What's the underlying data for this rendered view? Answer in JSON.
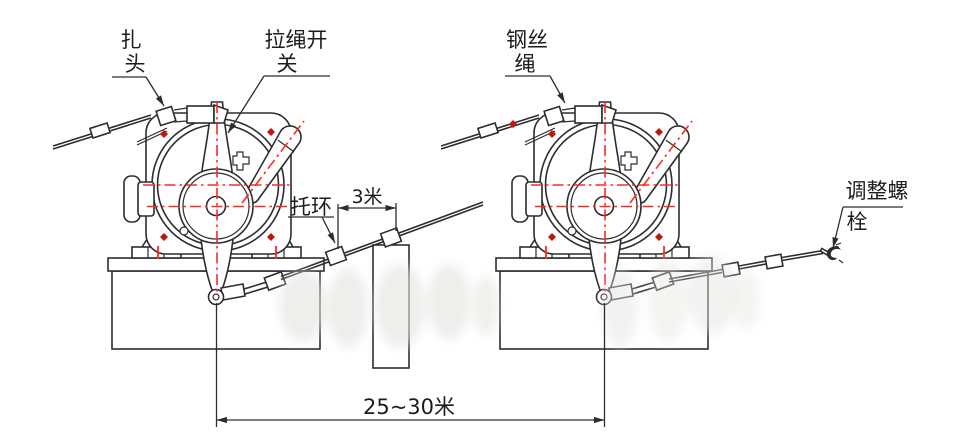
{
  "colors": {
    "line": "#2d2d2d",
    "red": "#ff2a1e",
    "dark_red": "#c21510",
    "background": "#ffffff",
    "watermark": "#e3e3df",
    "text": "#1c1c1c"
  },
  "labels": {
    "clamp": {
      "line1": "扎",
      "line2": "头"
    },
    "pull_rope_switch": {
      "line1": "拉绳开",
      "line2": "关"
    },
    "wire_rope": {
      "line1": "钢丝",
      "line2": "绳"
    },
    "support_ring": {
      "text": "托环"
    },
    "adjusting_bolt": {
      "line1": "调整螺",
      "line2": "栓"
    }
  },
  "dimensions": {
    "ring_spacing": "3米",
    "switch_spacing": "25~30米"
  }
}
